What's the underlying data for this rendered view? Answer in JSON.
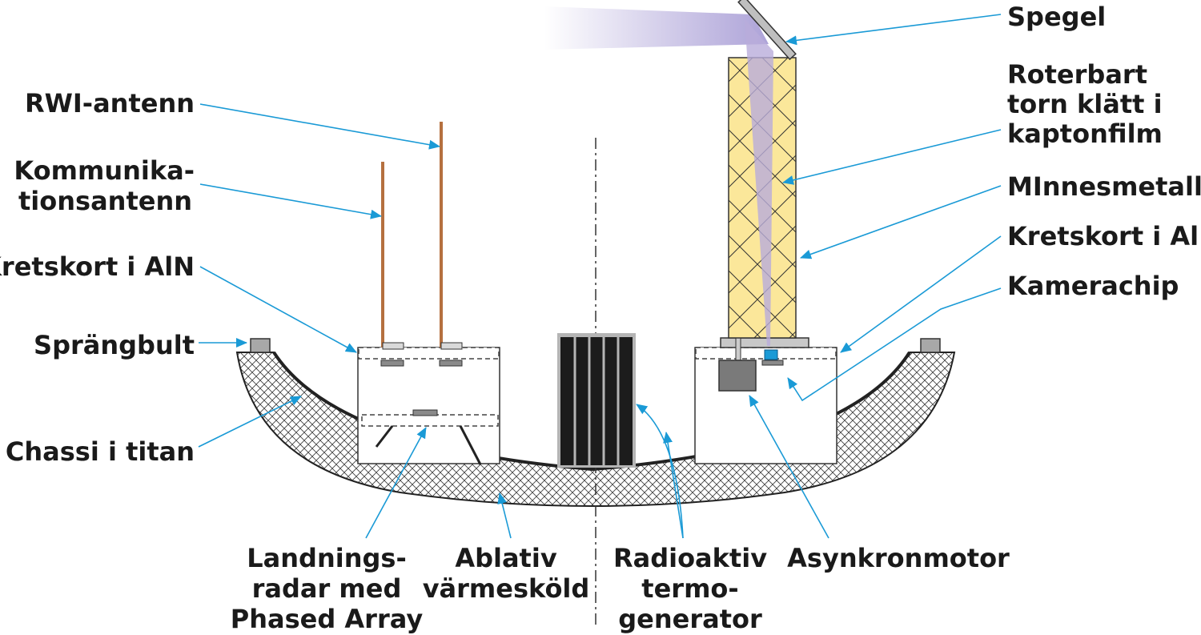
{
  "diagram": {
    "labels": {
      "rwi_antenna": "RWI-antenn",
      "comm_antenna_1": "Kommunika-",
      "comm_antenna_2": "tionsantenn",
      "circuit_board_left": "Kretskort i AlN",
      "explosive_bolt": "Sprängbult",
      "titanium_chassis": "Chassi i titan",
      "landing_radar_1": "Landnings-",
      "landing_radar_2": "radar med",
      "landing_radar_3": "Phased Array",
      "heat_shield_1": "Ablativ",
      "heat_shield_2": "värmesköld",
      "rtg_1": "Radioaktiv",
      "rtg_2": "termo-",
      "rtg_3": "generator",
      "induction_motor": "Asynkronmotor",
      "mirror": "Spegel",
      "tower_1": "Roterbart",
      "tower_2": "torn klätt i",
      "tower_3": "kaptonfilm",
      "memory_metal": "MInnesmetall",
      "circuit_board_right": "Kretskort i AlN",
      "camera_chip": "Kamerachip"
    },
    "colors": {
      "leader": "#1a9ad6",
      "antenna": "#b5703f",
      "tower_fill": "#fbe79a",
      "light_beam": "#b9addb",
      "rtg_plates": "#1c1c1c",
      "rtg_frame": "#b5b5b5",
      "chip": "#1a9ad6",
      "motor": "#7a7a7a",
      "bolt": "#a8a8a8"
    }
  }
}
